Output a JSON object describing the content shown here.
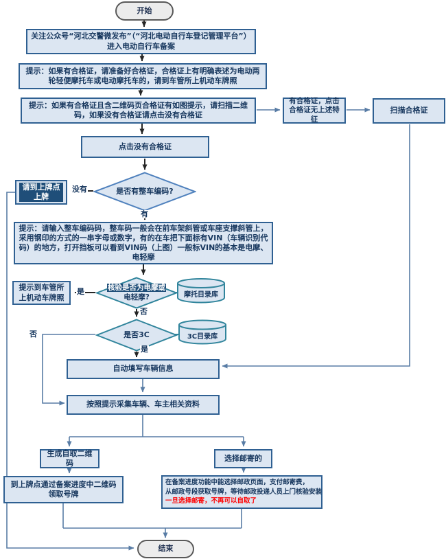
{
  "colors": {
    "node_fill": "#dce6f2",
    "node_border": "#2f6092",
    "diamond_border": "#4f81bd",
    "teal_border": "#31859c",
    "terminal_fill": "#ececec",
    "terminal_border": "#595959",
    "text": "#17375e",
    "red_text": "#ff0000",
    "line_blue": "#587ca5",
    "line_dark": "#262626",
    "highlight_bg": "#1f4e79",
    "highlight_text": "#ffffff"
  },
  "nodes": {
    "start": {
      "label": "开始"
    },
    "follow_account": {
      "label": "关注公众号“河北交警微发布”（“河北电动自行车登记管理平台”）进入电动自行车备案"
    },
    "tip_certificate": {
      "label": "提示：如果有合格证，请准备好合格证，合格证上有明确表述为电动两轮轻便摩托车或电动摩托车的，请到车管所上机动车牌照"
    },
    "tip_qrcode": {
      "label": "提示：如果有合格证且含二维码页合格证有如图提示，请扫描二维码，如果没有合格证请点击没有合格证"
    },
    "has_cert": {
      "label": "有合格证，点击合格证无上述特征"
    },
    "scan_cert": {
      "label": "扫描合格证"
    },
    "click_no_cert": {
      "label": "点击没有合格证"
    },
    "decision_vehicle_code": {
      "label": "是否有整车编码?"
    },
    "go_plate_point": {
      "label": "请到上牌点上牌"
    },
    "tip_input_code": {
      "label": "提示：请输入整车编码码，整车码一般会在前车架斜管或车座支撑斜管上，采用钢印的方式的一串字母或数字，有的在车把下面标有VIN（车辆识别代码）的地方，打开挡板可以看到VIN码（上图）一般标VIN的基本是电摩、电轻摩"
    },
    "decision_emoto": {
      "label_hl": "核验是否为电摩或",
      "label_rest": "电轻摩?"
    },
    "moto_db": {
      "label": "摩托目录库"
    },
    "tip_dmv": {
      "label": "提示到车管所上机动车牌照"
    },
    "decision_3c": {
      "label": "是否3C"
    },
    "c3_db": {
      "label": "3C目录库"
    },
    "auto_fill": {
      "label": "自动填写车辆信息"
    },
    "collect_info": {
      "label": "按照提示采集车辆、车主相关资料"
    },
    "gen_qr": {
      "label": "生成自取二维码"
    },
    "choose_mail": {
      "label": "选择邮寄的"
    },
    "pickup_plate": {
      "label": "到上牌点通过备案进度中二维码领取号牌"
    },
    "mail_detail": {
      "line1": "在备案进度功能中能选择邮政页面，支付邮寄费，",
      "line2": "从邮政号段获取号牌，等待邮政投递人员上门核验安装",
      "line3": "一旦选择邮寄，不再可以自取了"
    },
    "end": {
      "label": "结束"
    }
  },
  "edge_labels": {
    "no_code": "没有",
    "has_code": "有",
    "emoto_yes": "是",
    "emoto_no": "否",
    "c3_no": "否",
    "c3_yes": "是"
  }
}
